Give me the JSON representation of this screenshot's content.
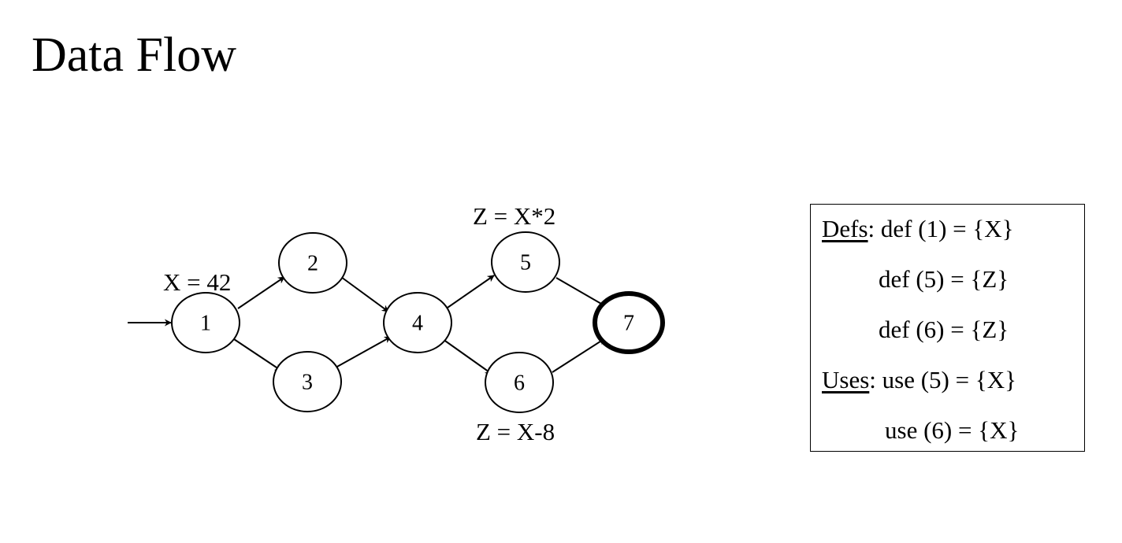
{
  "slide": {
    "title": "Data Flow"
  },
  "graph": {
    "nodes": [
      {
        "id": "1",
        "label": "1"
      },
      {
        "id": "2",
        "label": "2"
      },
      {
        "id": "3",
        "label": "3"
      },
      {
        "id": "4",
        "label": "4"
      },
      {
        "id": "5",
        "label": "5"
      },
      {
        "id": "6",
        "label": "6"
      },
      {
        "id": "7",
        "label": "7",
        "final": true
      }
    ],
    "edges": [
      [
        "entry",
        "1"
      ],
      [
        "1",
        "2"
      ],
      [
        "1",
        "3"
      ],
      [
        "2",
        "4"
      ],
      [
        "3",
        "4"
      ],
      [
        "4",
        "5"
      ],
      [
        "4",
        "6"
      ],
      [
        "5",
        "7"
      ],
      [
        "6",
        "7"
      ]
    ],
    "annotations": {
      "node1": "X = 42",
      "node5": "Z = X*2",
      "node6": "Z = X-8"
    }
  },
  "defs_box": {
    "defs_label": "Defs",
    "def1": ": def (1) = {X}",
    "def5": "def (5) = {Z}",
    "def6": "def (6) = {Z}",
    "uses_label": "Uses",
    "use5": ": use (5) = {X}",
    "use6": "use (6) = {X}"
  }
}
